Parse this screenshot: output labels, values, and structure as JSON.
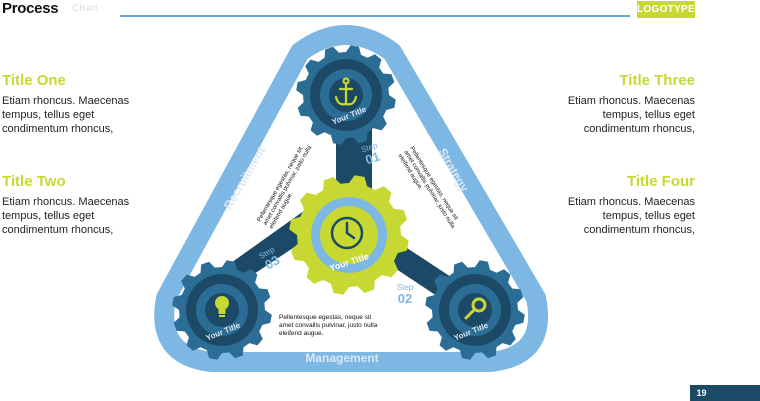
{
  "header": {
    "title": "Process",
    "subtitle": "Chart",
    "logo": "LOGOTYPE"
  },
  "blocks": {
    "one": {
      "title": "Title One",
      "body": "Etiam rhoncus. Maecenas tempus, tellus eget condimentum rhoncus,"
    },
    "two": {
      "title": "Title Two",
      "body": "Etiam rhoncus. Maecenas tempus, tellus eget condimentum rhoncus,"
    },
    "three": {
      "title": "Title Three",
      "body": "Etiam rhoncus. Maecenas tempus, tellus eget condimentum rhoncus,"
    },
    "four": {
      "title": "Title Four",
      "body": "Etiam rhoncus. Maecenas tempus, tellus eget condimentum rhoncus,"
    }
  },
  "diagram": {
    "sides": {
      "left": "Recruitment",
      "right": "Strategy",
      "bottom": "Management"
    },
    "gear_label": "Your Title",
    "steps": [
      {
        "word": "Step",
        "num": "01"
      },
      {
        "word": "Step",
        "num": "02"
      },
      {
        "word": "Step",
        "num": "03"
      }
    ],
    "arm_text": {
      "left": [
        "Pellentesque egestas, neque sit",
        "amet convallis pulvinar, justo nulla",
        "eleifend augue."
      ],
      "right": [
        "Pellentesque egestas, neque sit",
        "amet convallis pulvinar, justo nulla",
        "eleifend augue."
      ],
      "bottom": [
        "Pellentesque egestas, neque sit",
        "amet convallis pulvinar, justo nulla",
        "eleifend augue."
      ]
    },
    "icons": {
      "top": "anchor-icon",
      "center": "clock-icon",
      "left": "lightbulb-icon",
      "right": "magnifier-icon"
    },
    "colors": {
      "frame": "#7db7e4",
      "dark": "#1c4a66",
      "mid": "#2c6d96",
      "lime": "#c7d832",
      "light": "#dbe8f2"
    }
  },
  "page_number": "19"
}
